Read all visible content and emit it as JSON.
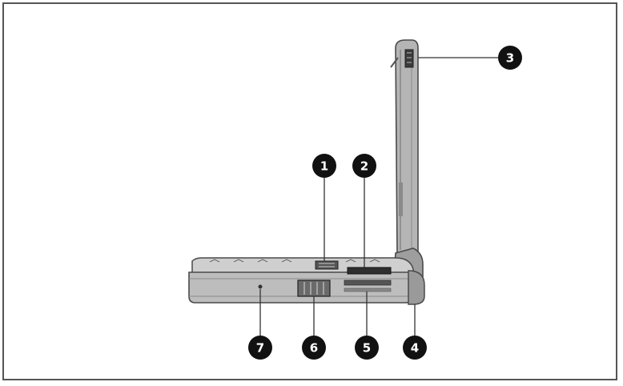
{
  "colors": {
    "frame": "#555555",
    "body_light": "#cfcfcf",
    "body_mid": "#a9a9a9",
    "body_dark": "#6e6e6e",
    "outline": "#4a4a4a",
    "callout_fill": "#111111",
    "callout_text": "#ffffff",
    "leader": "#333333"
  },
  "callouts": [
    {
      "id": "1",
      "label": "1"
    },
    {
      "id": "2",
      "label": "2"
    },
    {
      "id": "3",
      "label": "3"
    },
    {
      "id": "4",
      "label": "4"
    },
    {
      "id": "5",
      "label": "5"
    },
    {
      "id": "6",
      "label": "6"
    },
    {
      "id": "7",
      "label": "7"
    }
  ]
}
